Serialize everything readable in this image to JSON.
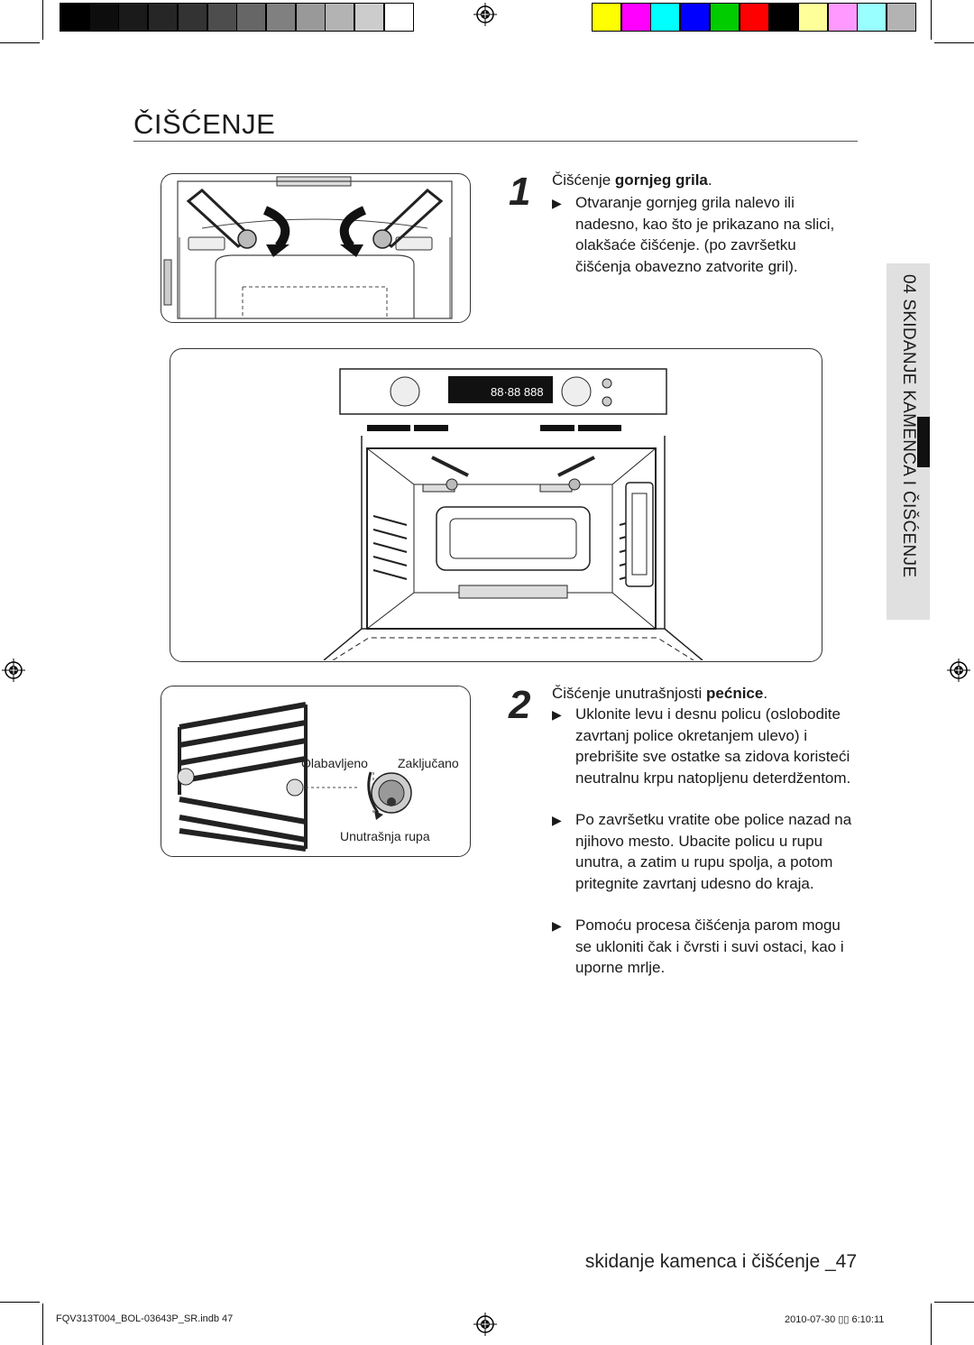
{
  "page": {
    "title": "ČIŠĆENJE",
    "side_tab": "04 SKIDANJE KAMENCA I ČIŠĆENJE",
    "footer_title": "skidanje kamenca i čišćenje _47",
    "footer_file": "FQV313T004_BOL-03643P_SR.indb   47",
    "footer_date": "2010-07-30   ▯▯ 6:10:11"
  },
  "colors": {
    "accent": "#222222",
    "grayscale_bar": [
      "#000000",
      "#0d0d0d",
      "#1a1a1a",
      "#262626",
      "#333333",
      "#4d4d4d",
      "#666666",
      "#808080",
      "#999999",
      "#b3b3b3",
      "#cccccc",
      "#ffffff"
    ],
    "color_bar": [
      "#ffff00",
      "#ff00ff",
      "#00ffff",
      "#0000ff",
      "#00cc00",
      "#ff0000",
      "#000000",
      "#ffff99",
      "#ff99ff",
      "#99ffff",
      "#b3b3b3"
    ]
  },
  "step1": {
    "number": "1",
    "heading_prefix": "Čišćenje ",
    "heading_bold": "gornjeg grila",
    "heading_suffix": ".",
    "bullets": [
      "Otvaranje gornjeg grila nalevo ili nadesno, kao što je prikazano na slici, olakšaće čišćenje. (po završetku čišćenja obavezno zatvorite gril)."
    ]
  },
  "step2": {
    "number": "2",
    "heading_prefix": "Čišćenje unutrašnjosti ",
    "heading_bold": "pećnice",
    "heading_suffix": ".",
    "bullets": [
      "Uklonite levu i desnu policu (oslobodite zavrtanj police okretanjem ulevo) i prebrišite sve ostatke sa zidova koristeći neutralnu krpu natopljenu deterdžentom.",
      "Po završetku vratite obe police nazad na njihovo mesto. Ubacite policu u rupu unutra, a zatim u rupu spolja, a potom pritegnite zavrtanj udesno do kraja.",
      "Pomoću procesa čišćenja parom mogu se ukloniti čak i čvrsti i suvi ostaci, kao i uporne mrlje."
    ]
  },
  "figure_shelf": {
    "label_loose": "Olabavljeno",
    "label_locked": "Zaključano",
    "label_hole": "Unutrašnja rupa"
  },
  "icons": {
    "bullet": "right-triangle-icon",
    "registration": "registration-mark-icon"
  }
}
